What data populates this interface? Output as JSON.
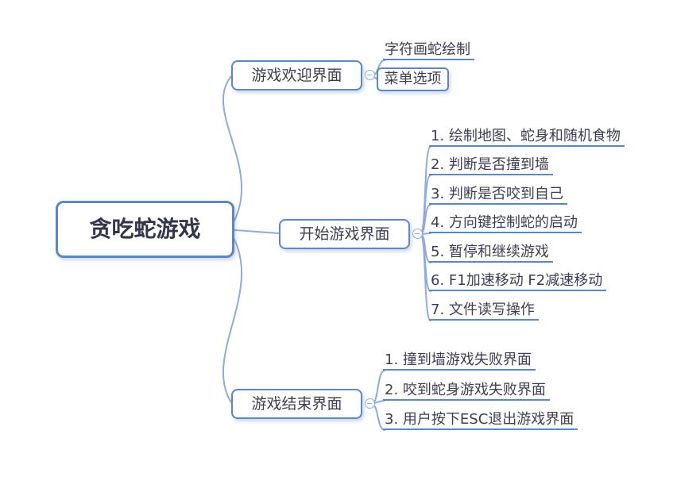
{
  "root": {
    "label": "贪吃蛇游戏"
  },
  "branches": [
    {
      "label": "游戏欢迎界面",
      "children": [
        {
          "label": "字符画蛇绘制"
        },
        {
          "label": "菜单选项"
        }
      ]
    },
    {
      "label": "开始游戏界面",
      "children": [
        {
          "label": "1. 绘制地图、蛇身和随机食物"
        },
        {
          "label": "2. 判断是否撞到墙"
        },
        {
          "label": "3. 判断是否咬到自己"
        },
        {
          "label": "4. 方向键控制蛇的启动"
        },
        {
          "label": "5. 暂停和继续游戏"
        },
        {
          "label": "6. F1加速移动 F2减速移动"
        },
        {
          "label": "7. 文件读写操作"
        }
      ]
    },
    {
      "label": "游戏结束界面",
      "children": [
        {
          "label": "1. 撞到墙游戏失败界面"
        },
        {
          "label": "2. 咬到蛇身游戏失败界面"
        },
        {
          "label": "3. 用户按下ESC退出游戏界面"
        }
      ]
    }
  ],
  "icons": {
    "collapse": "minus-circle"
  },
  "colors": {
    "node_border": "#5b87c5",
    "connector_line": "#8faadc",
    "text": "#3d3d54",
    "background": "#ffffff"
  }
}
